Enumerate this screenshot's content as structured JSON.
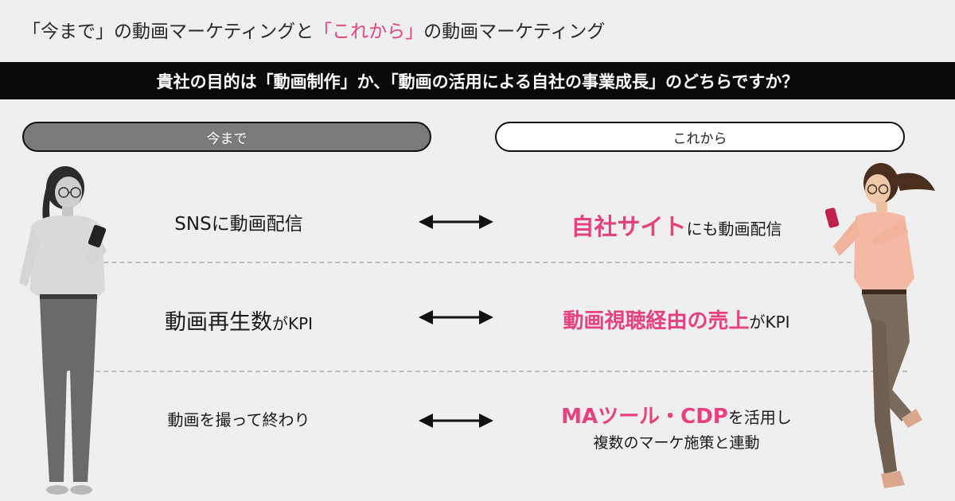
{
  "header": {
    "title_part1": "「今まで」の動画マーケティングと",
    "title_accent": "「これから」",
    "title_part2": "の動画マーケティング"
  },
  "banner": {
    "text": "貴社の目的は「動画制作」か、「動画の活用による自社の事業成長」のどちらですか？"
  },
  "columns": {
    "left_label": "今まで",
    "right_label": "これから"
  },
  "rows": [
    {
      "left": "SNSに動画配信",
      "right_highlight": "自社サイト",
      "right_rest": "にも動画配信"
    },
    {
      "left_main": "動画再生数",
      "left_small": "がKPI",
      "right_highlight": "動画視聴経由の売上",
      "right_rest": "がKPI"
    },
    {
      "left": "動画を撮って終わり",
      "right_highlight": "MAツール・CDP",
      "right_rest": "を活用し",
      "right_line2": "複数のマーケ施策と連動"
    }
  ],
  "colors": {
    "accent": "#e8417f",
    "banner_bg": "#0a0a0a",
    "background": "#efefef",
    "left_pill": "#7a7a7a"
  },
  "icons": {
    "arrow": "double-headed-arrow-icon",
    "person_left": "woman-looking-at-phone-illustration",
    "person_right": "woman-running-with-phone-illustration"
  }
}
